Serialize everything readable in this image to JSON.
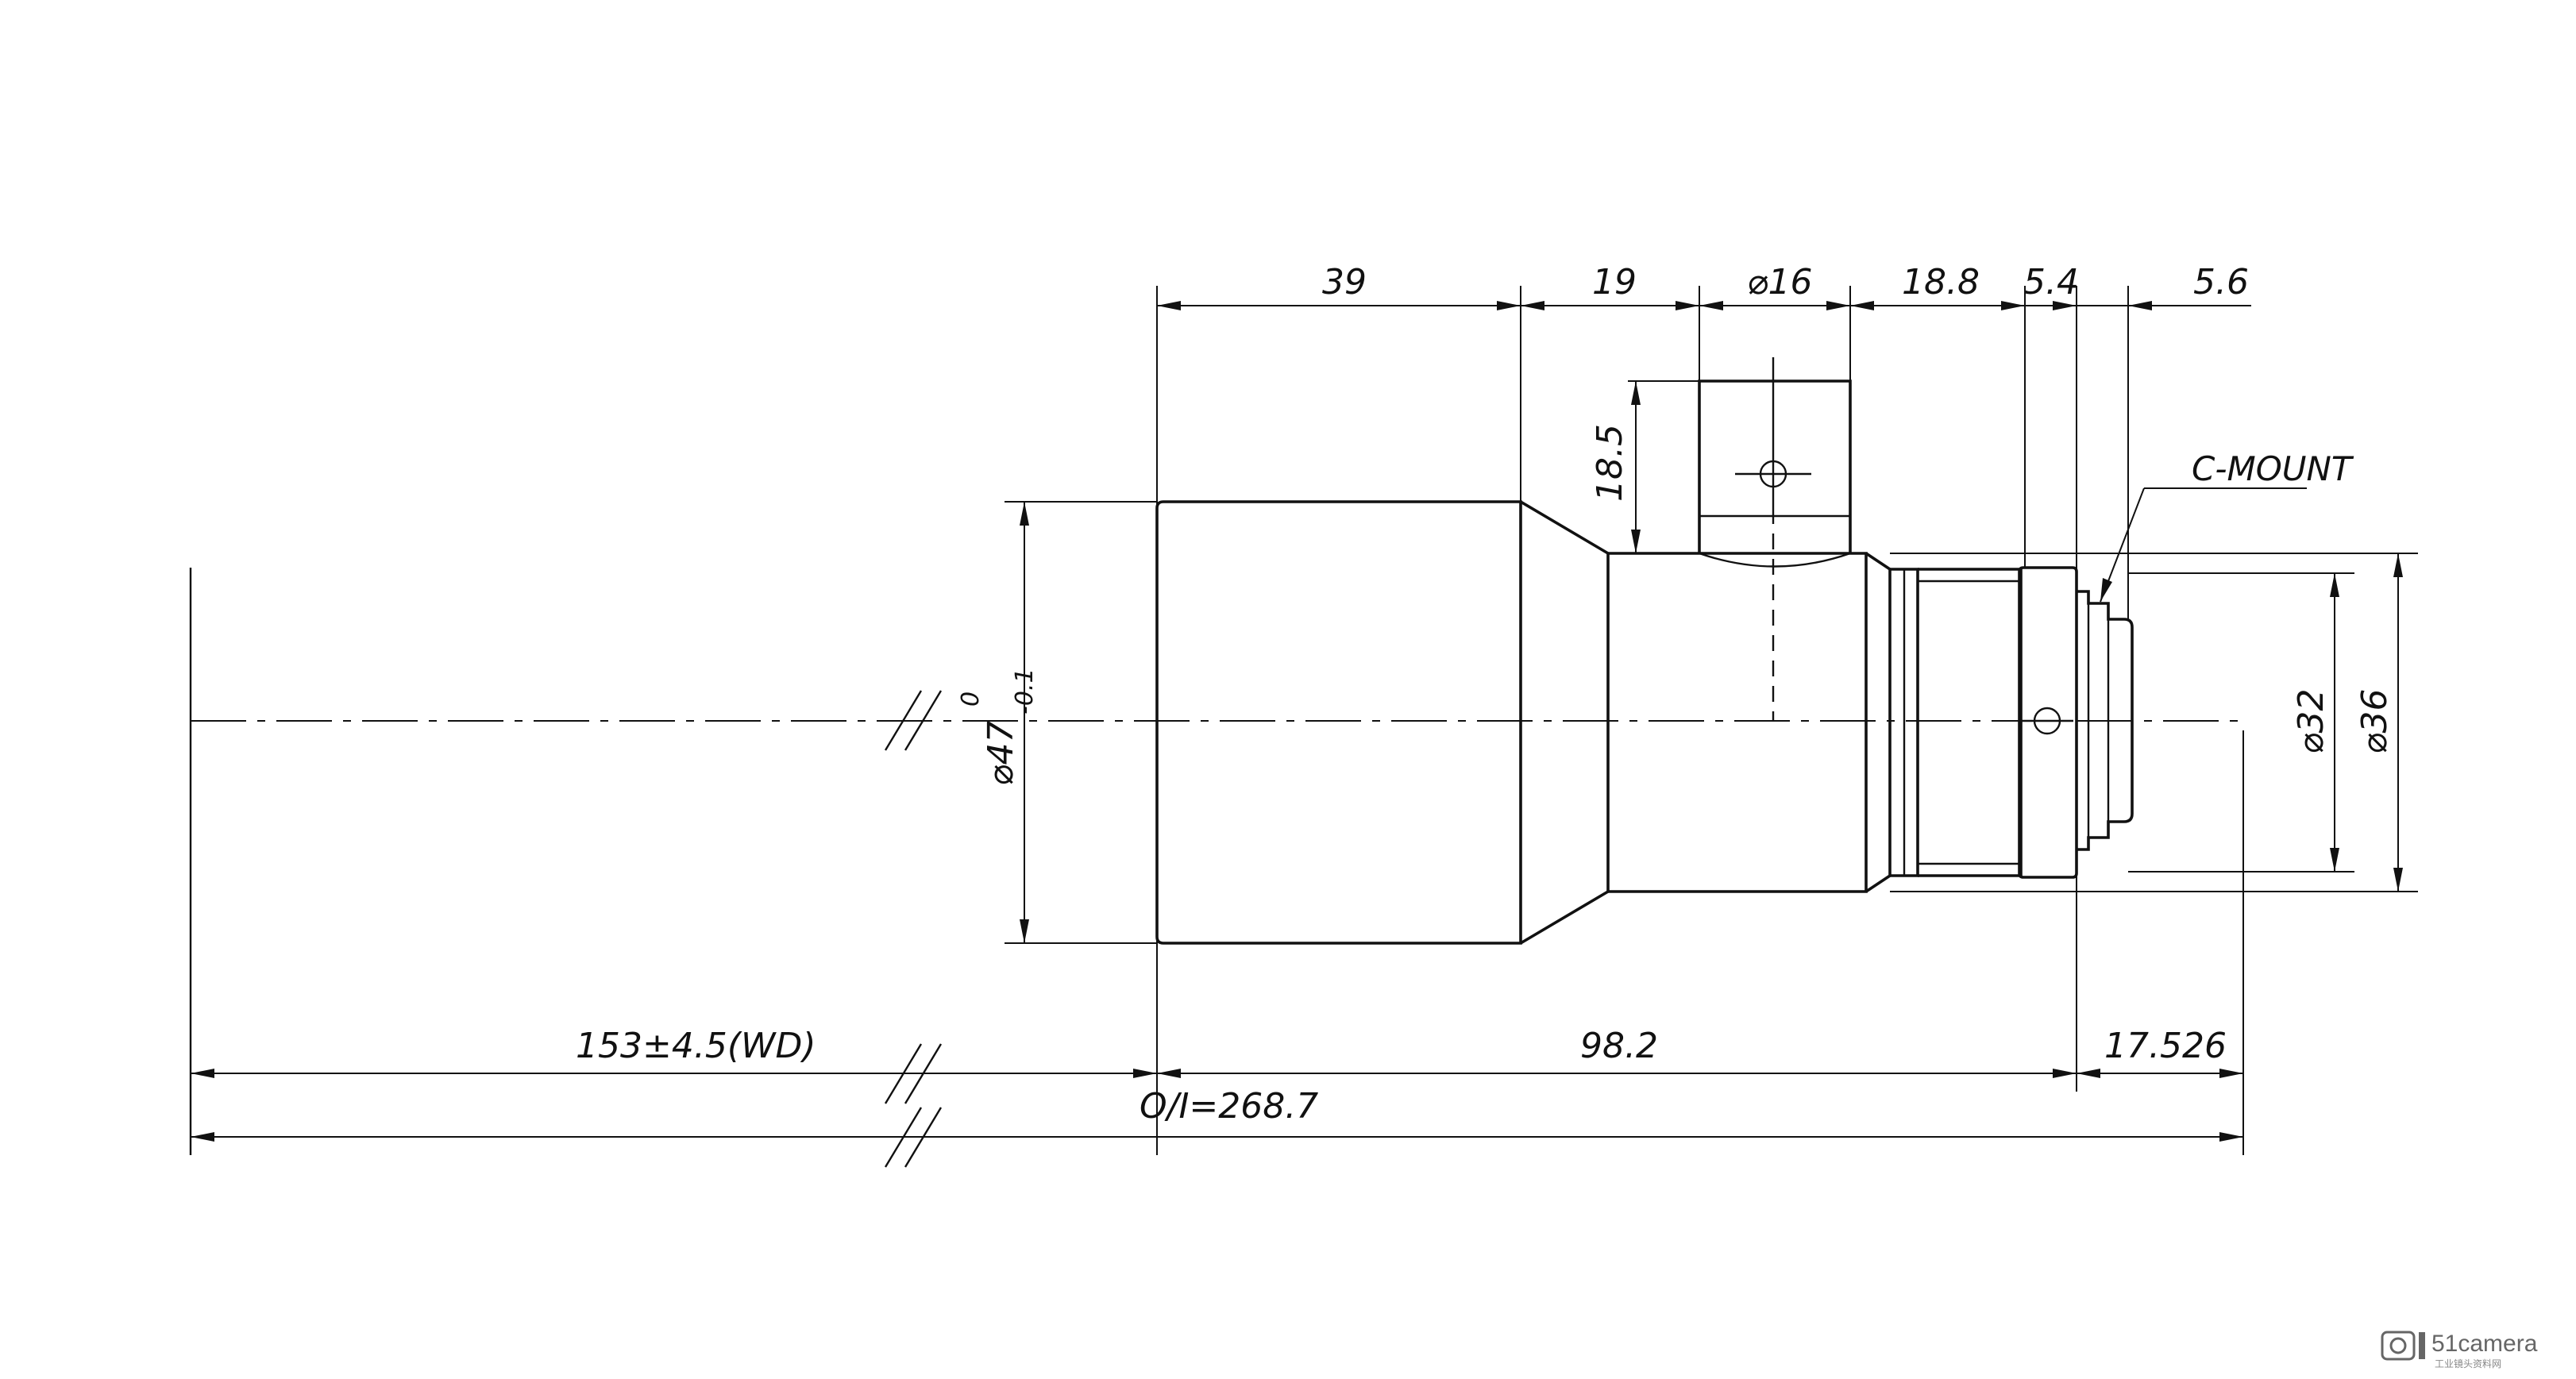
{
  "dimensions": {
    "top_39": "39",
    "top_19": "19",
    "top_d16": "⌀16",
    "top_18_8": "18.8",
    "top_5_4": "5.4",
    "top_5_6": "5.6",
    "height_18_5": "18.5",
    "dia_47": "⌀47",
    "tol_upper": "0",
    "tol_lower": "-0.1",
    "dia_32": "⌀32",
    "dia_36": "⌀36",
    "wd": "153±4.5(WD)",
    "length_98_2": "98.2",
    "flange_17_526": "17.526",
    "oi_total": "O/I=268.7"
  },
  "labels": {
    "mount": "C-MOUNT"
  },
  "watermark": {
    "brand": "51camera",
    "sub": "工业镜头资料网"
  },
  "colors": {
    "line": "#111111",
    "background": "#ffffff"
  }
}
